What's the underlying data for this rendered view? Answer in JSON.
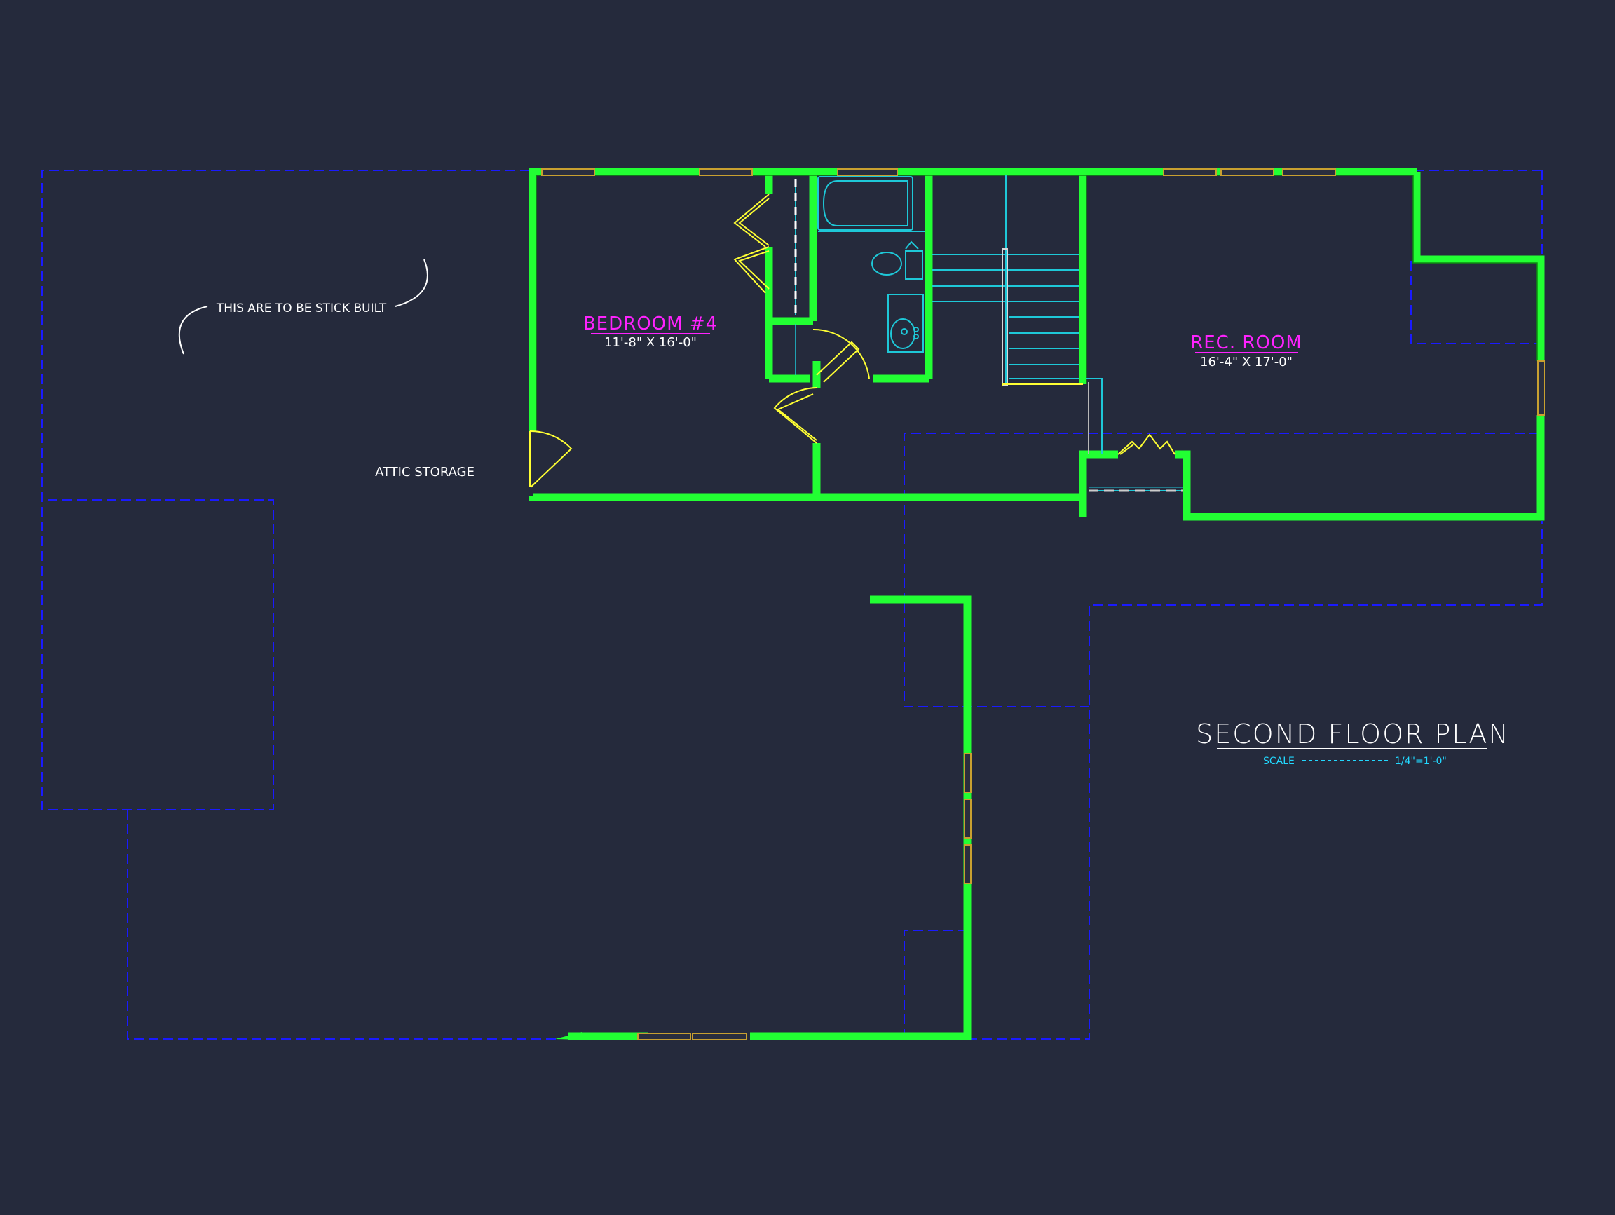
{
  "colors": {
    "background": "#252a3c",
    "wall": "#22ff33",
    "wall_dark": "#0d8a10",
    "hidden_line": "#1a1aff",
    "door": "#ffff33",
    "window": "#c8a030",
    "fixture": "#1ec8d8",
    "room_label": "#ff22ff",
    "text": "#ffffff",
    "scale_text": "#22d8ff"
  },
  "rooms": {
    "bedroom4": {
      "name": "BEDROOM #4",
      "size": "11'-8\" X 16'-0\""
    },
    "rec_room": {
      "name": "REC. ROOM",
      "size": "16'-4\" X 17'-0\""
    }
  },
  "notes": {
    "attic_storage": "ATTIC STORAGE",
    "stick_built": "THIS ARE TO BE STICK BUILT"
  },
  "title_block": {
    "title": "SECOND FLOOR PLAN",
    "scale_label": "SCALE",
    "scale_value": "1/4\"=1'-0\""
  }
}
